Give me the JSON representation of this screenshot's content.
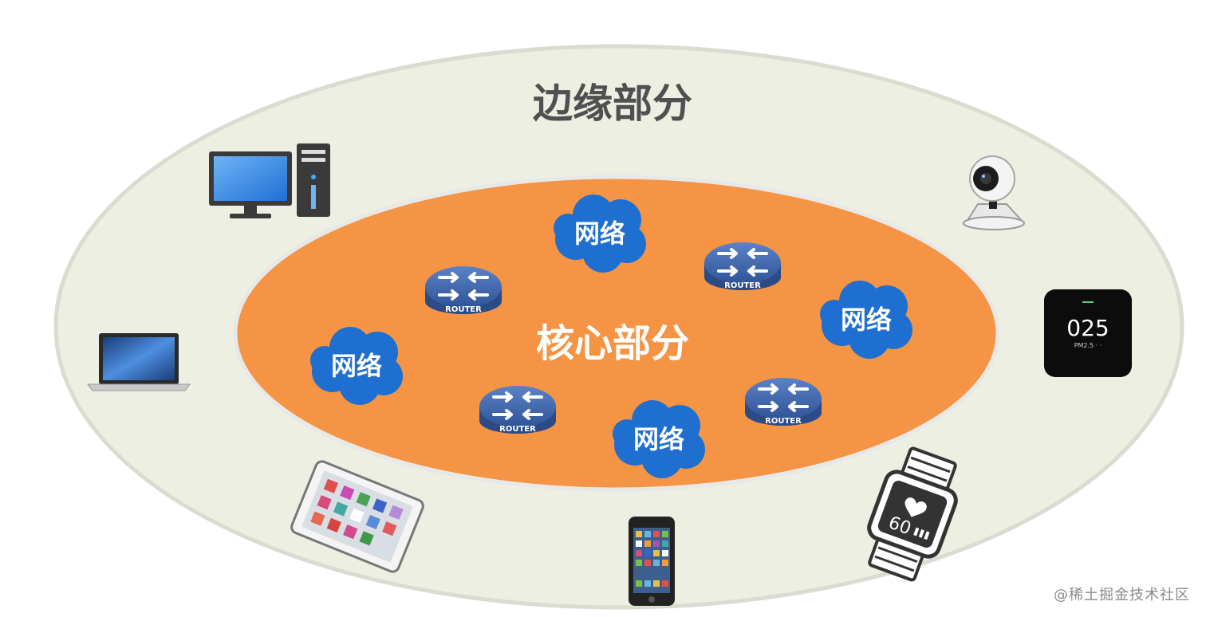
{
  "edge": {
    "label": "边缘部分"
  },
  "core": {
    "label": "核心部分"
  },
  "network_label": "网络",
  "router_label": "ROUTER",
  "devices": {
    "air_monitor_reading": "025",
    "air_monitor_sub": "PM2.5 · ·",
    "watch_reading": "60"
  },
  "watermark": "@稀土掘金技术社区",
  "colors": {
    "edge_fill": "#ecefe1",
    "edge_stroke": "#d9dcd1",
    "core_fill": "#f59444",
    "core_stroke": "#e5e5e5",
    "cloud": "#1e6fd0",
    "router": "#3e64a8",
    "edge_text": "#505050"
  }
}
